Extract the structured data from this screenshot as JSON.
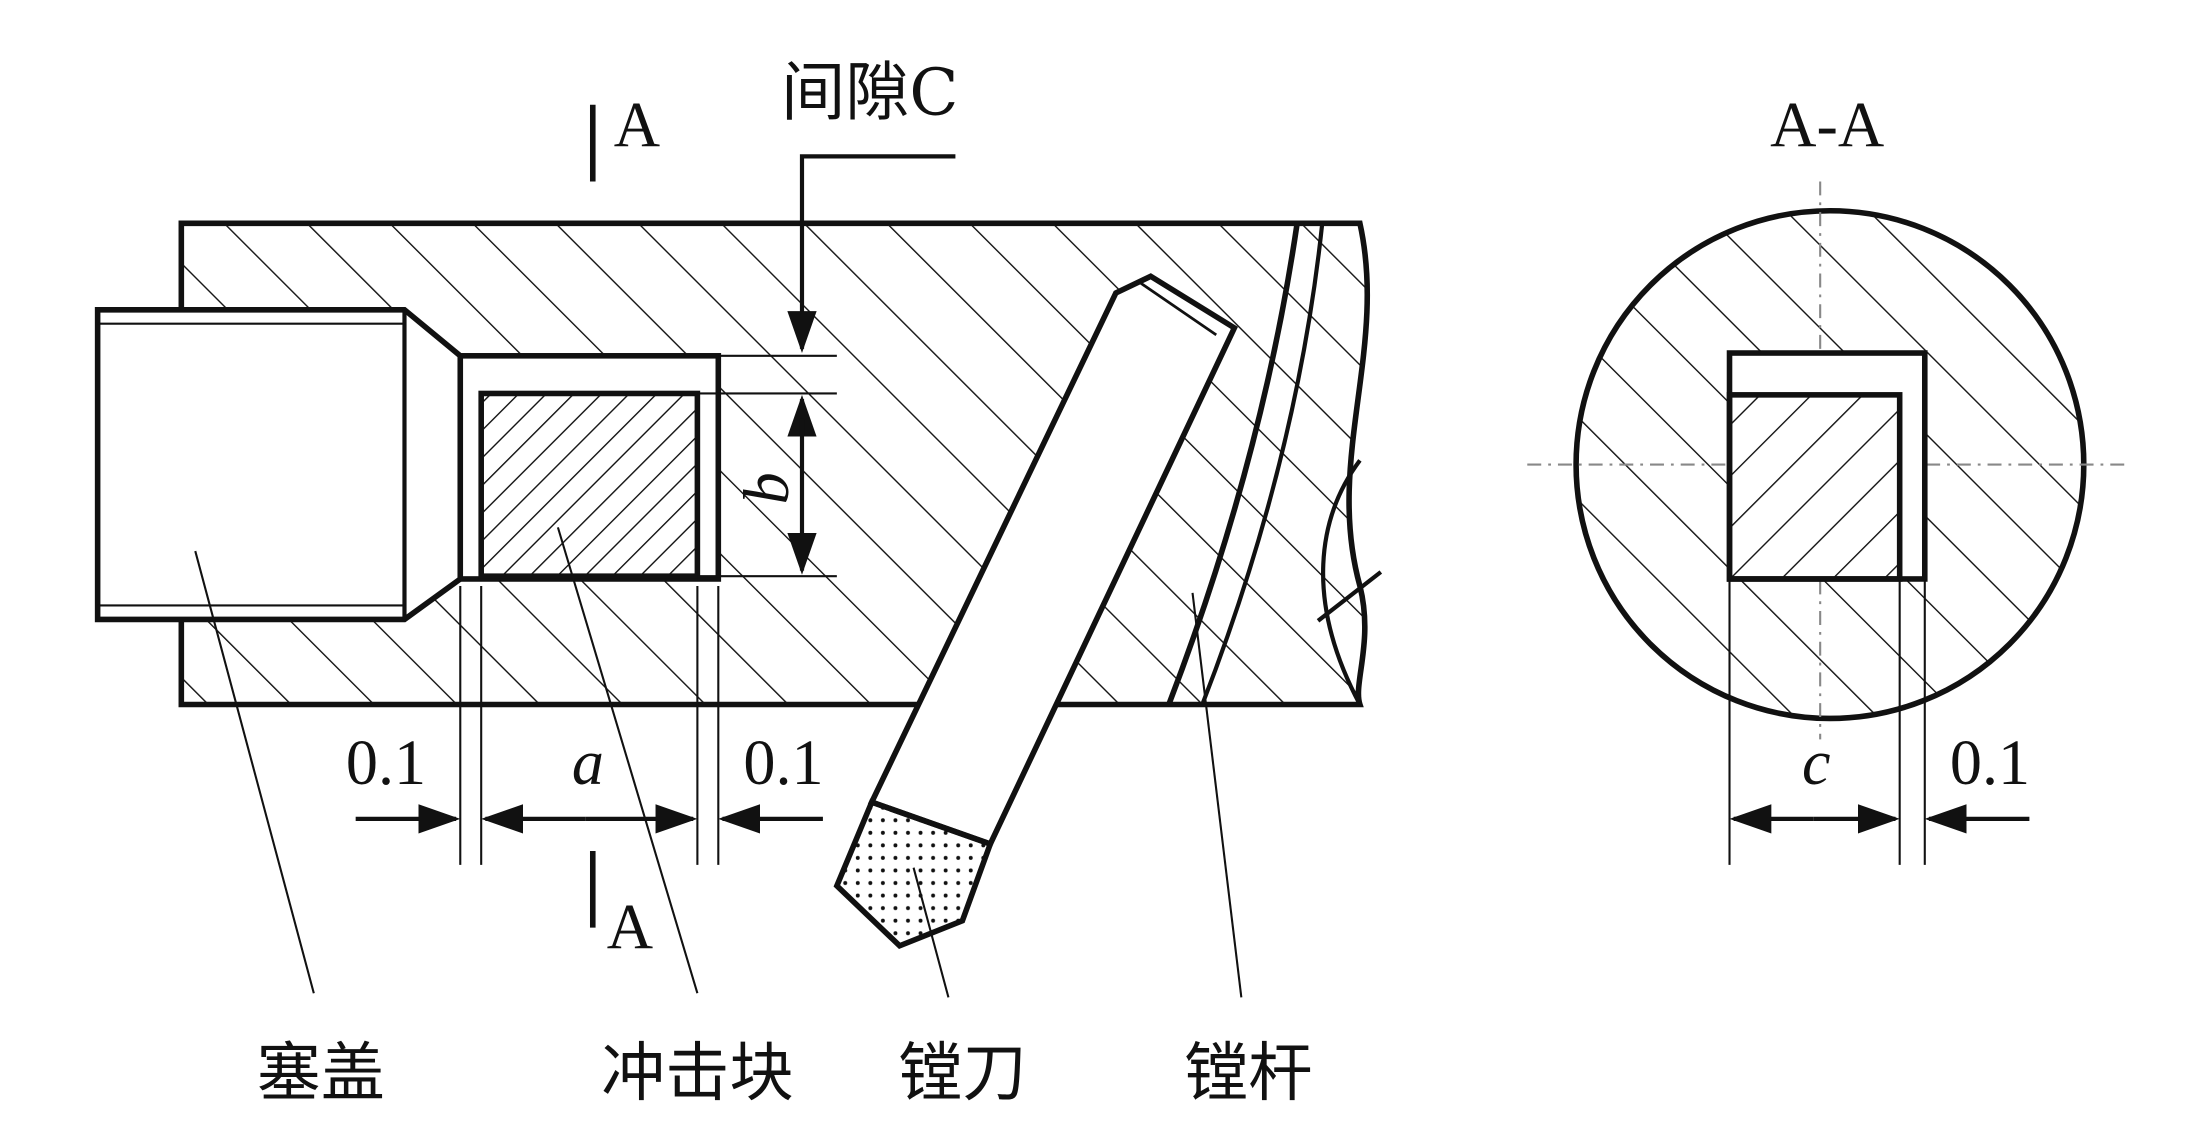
{
  "title_gap": "间隙C",
  "section_mark": "A",
  "section_title": "A-A",
  "dims": {
    "gap_left": "0.1",
    "width_a": "a",
    "gap_right": "0.1",
    "height_b": "b",
    "width_c": "c",
    "gap_section": "0.1"
  },
  "parts": {
    "plug": "塞盖",
    "impact_block": "冲击块",
    "boring_tool": "镗刀",
    "boring_bar": "镗杆"
  },
  "colors": {
    "line": "#111111",
    "background": "#ffffff"
  }
}
